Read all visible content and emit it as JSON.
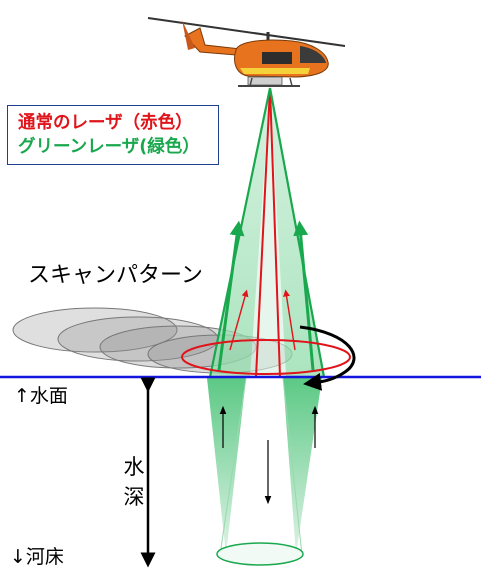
{
  "legend": {
    "normal_laser": "通常のレーザ（赤色）",
    "green_laser": "グリーンレーザ(緑色）"
  },
  "labels": {
    "scan_pattern": "スキャンパターン",
    "water_surface": "↑水面",
    "water_depth": "水深",
    "river_bed": "↓河床"
  },
  "colors": {
    "normal_laser": "#e0141b",
    "green_laser": "#1aa84e",
    "green_beam_fill": "#7fd4a0",
    "water_surface": "#1515e0",
    "legend_border": "#1f3f8f",
    "helicopter_body": "#e8731f",
    "scan_footprint": "#9a9a9a"
  },
  "icons": [
    "helicopter-icon",
    "rotation-arrow-icon"
  ]
}
